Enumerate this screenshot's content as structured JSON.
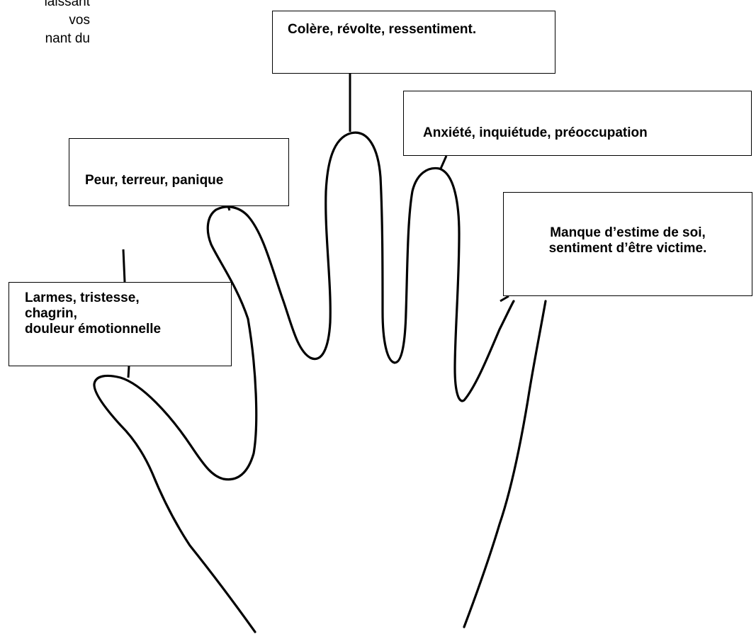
{
  "fragment": {
    "line1": "laissant",
    "line2": "vos",
    "line3": "nant du"
  },
  "labels": {
    "colere": "Colère, révolte, ressentiment.",
    "anxiete": "Anxiété, inquiétude, préoccupation",
    "peur": "Peur, terreur, panique",
    "manque": [
      "Manque d’estime de soi,",
      "sentiment d’être victime."
    ],
    "larmes": [
      "Larmes, tristesse,",
      "chagrin,",
      "douleur émotionnelle"
    ]
  },
  "colors": {
    "ink": "#000000",
    "background": "#ffffff"
  }
}
